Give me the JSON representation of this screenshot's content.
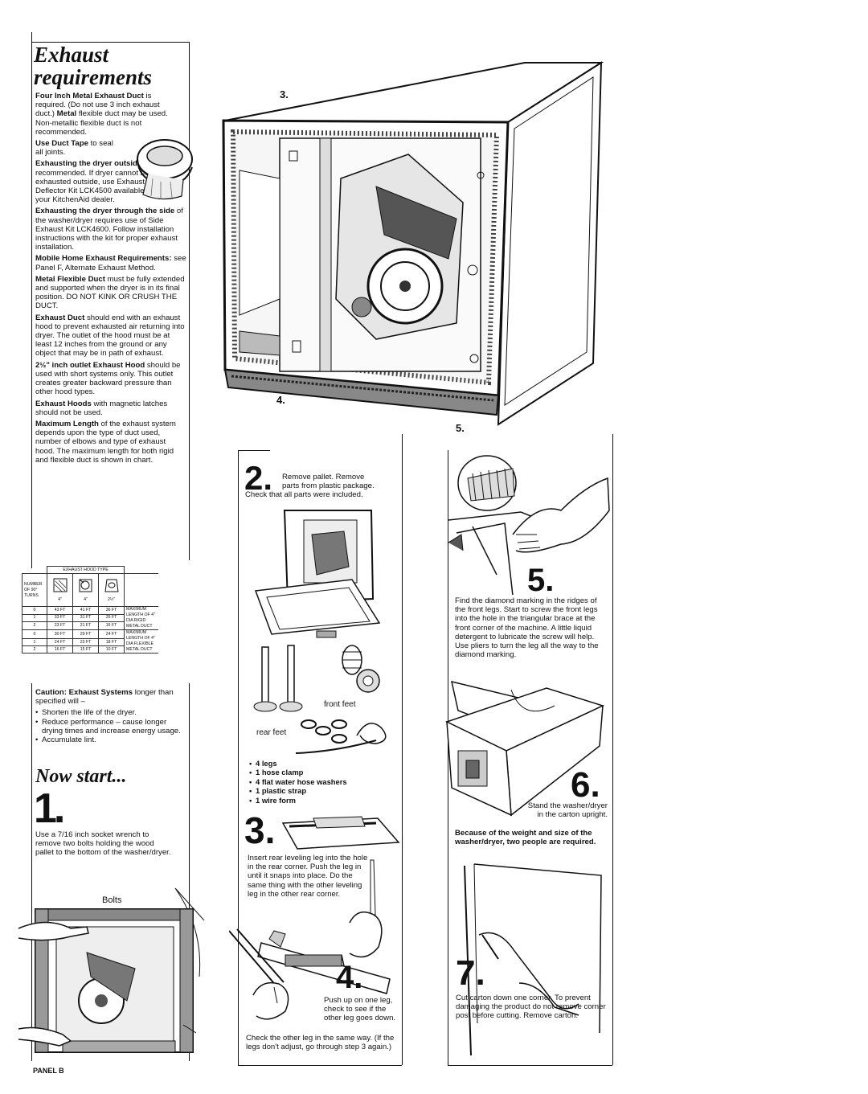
{
  "exhaust": {
    "title_line1": "Exhaust",
    "title_line2": "requirements",
    "p1_bold": "Four Inch Metal Exhaust Duct",
    "p1_rest": " is required. (Do not use 3 inch exhaust duct.) ",
    "p1_bold2": "Metal",
    "p1_rest2": " flexible duct may be used. Non-metallic flexible duct is not recommended.",
    "p2_bold": "Use Duct Tape",
    "p2_rest": " to seal all joints.",
    "p3_bold": "Exhausting the dryer outside",
    "p3_rest": " is recommended. If dryer cannot be exhausted outside, use Exhaust Deflector Kit LCK4500 available from your KitchenAid dealer.",
    "p4_bold": "Exhausting the dryer through the side",
    "p4_rest": " of the washer/dryer requires use of Side Exhaust Kit LCK4600. Follow installation instructions with the kit for proper exhaust installation.",
    "p5_bold": "Mobile Home Exhaust Requirements:",
    "p5_rest": " see Panel F, Alternate Exhaust Method.",
    "p6_bold": "Metal Flexible Duct",
    "p6_rest": " must be fully extended and supported when the dryer is in its final position. DO NOT KINK OR CRUSH THE DUCT.",
    "p7_bold": "Exhaust Duct",
    "p7_rest": " should end with an exhaust hood to prevent exhausted air returning into dryer. The outlet of the hood must be at least 12 inches from the ground or any object that may be in path of exhaust.",
    "p8_bold": "2½\" inch outlet Exhaust Hood",
    "p8_rest": " should be used with short systems only. This outlet creates greater backward pressure than other hood types.",
    "p9_bold": "Exhaust Hoods",
    "p9_rest": " with magnetic latches should not be used.",
    "p10_bold": "Maximum Length",
    "p10_rest": " of the exhaust system depends upon the type of duct used, number of elbows and type of exhaust hood. The maximum length for both rigid and flexible duct is shown in chart."
  },
  "chart": {
    "header": "EXHAUST HOOD TYPE",
    "row_label": "NUMBER OF 90° TURNS",
    "hood_sizes": [
      "4\"",
      "4\"",
      "2½\""
    ],
    "rigid": {
      "label": "MAXIMUM LENGTH OF 4\" DIA RIGID METAL DUCT",
      "rows": [
        {
          "turns": "0",
          "v": [
            "43 FT",
            "41 FT",
            "36 FT"
          ]
        },
        {
          "turns": "1",
          "v": [
            "33 FT",
            "31 FT",
            "26 FT"
          ]
        },
        {
          "turns": "2",
          "v": [
            "23 FT",
            "21 FT",
            "16 FT"
          ]
        }
      ]
    },
    "flexible": {
      "label": "MAXIMUM LENGTH OF 4\" DIA FLEXIBLE METAL DUCT",
      "rows": [
        {
          "turns": "0",
          "v": [
            "30 FT",
            "29 FT",
            "24 FT"
          ]
        },
        {
          "turns": "1",
          "v": [
            "24 FT",
            "23 FT",
            "18 FT"
          ]
        },
        {
          "turns": "2",
          "v": [
            "16 FT",
            "15 FT",
            "10 FT"
          ]
        }
      ]
    }
  },
  "caution": {
    "bold": "Caution: Exhaust Systems",
    "rest": " longer than specified will –",
    "bullets": [
      "Shorten the life of the dryer.",
      "Reduce performance – cause longer drying times and increase energy usage.",
      "Accumulate lint."
    ]
  },
  "now_start": "Now start...",
  "step1": {
    "num": "1.",
    "text": "Use a 7/16 inch socket wrench to remove two bolts holding the wood pallet to the bottom of the washer/dryer.",
    "bolts_label": "Bolts"
  },
  "panel_label": "PANEL B",
  "main_labels": {
    "l3": "3.",
    "l4": "4.",
    "l5": "5."
  },
  "step2": {
    "num": "2.",
    "line1": "Remove pallet. Remove",
    "line2": "parts from plastic package.",
    "line3": "Check that all parts were included.",
    "front_feet": "front feet",
    "rear_feet": "rear feet",
    "parts": [
      "4 legs",
      "1 hose clamp",
      "4 flat water hose washers",
      "1 plastic strap",
      "1 wire form"
    ]
  },
  "step3": {
    "num": "3.",
    "text": "Insert rear leveling leg into the hole in the rear corner. Push the leg in until it snaps into place. Do the same thing with the other leveling leg in the other rear corner."
  },
  "step4": {
    "num": "4.",
    "text_right": "Push up on one leg, check to see if the other leg goes down.",
    "text_bottom": "Check the other leg in the same way. (If the legs don't adjust, go through step 3 again.)"
  },
  "step5": {
    "num": "5.",
    "text": "Find the diamond marking in the ridges of the front legs. Start to screw the front legs into the hole in the triangular brace at the front corner of the machine. A little liquid detergent to lubricate the screw will help. Use pliers to turn the leg all the way to the diamond marking."
  },
  "step6": {
    "num": "6.",
    "text": "Stand the washer/dryer in the carton upright.",
    "bold": "Because of the weight and size of the washer/dryer, two people are required."
  },
  "step7": {
    "num": "7.",
    "text": "Cut carton down one corner. To prevent damaging the product do not remove corner post before cutting. Remove carton."
  }
}
